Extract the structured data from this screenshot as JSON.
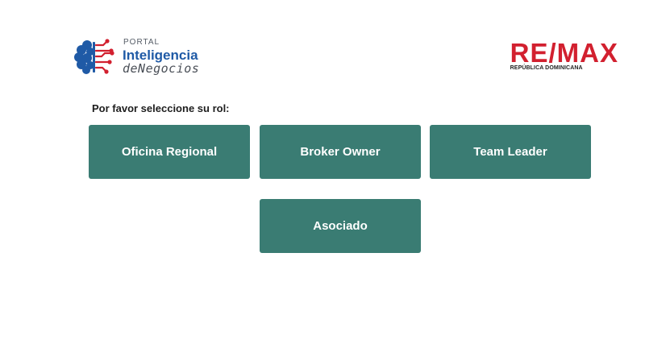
{
  "logo_left": {
    "small": "PORTAL",
    "main": "Inteligencia",
    "sub": "deNegocios"
  },
  "logo_right": {
    "word": "RE/MAX",
    "sub": "REPÚBLICA DOMINICANA"
  },
  "prompt": "Por favor seleccione su rol:",
  "roles": [
    {
      "label": "Oficina Regional"
    },
    {
      "label": "Broker Owner"
    },
    {
      "label": "Team Leader"
    },
    {
      "label": "Asociado"
    }
  ],
  "colors": {
    "button_bg": "#3a7c73",
    "brand_blue": "#1f5aa6",
    "brand_red": "#d2202f"
  },
  "icons": {
    "logo_left": "brain-circuit-icon"
  }
}
